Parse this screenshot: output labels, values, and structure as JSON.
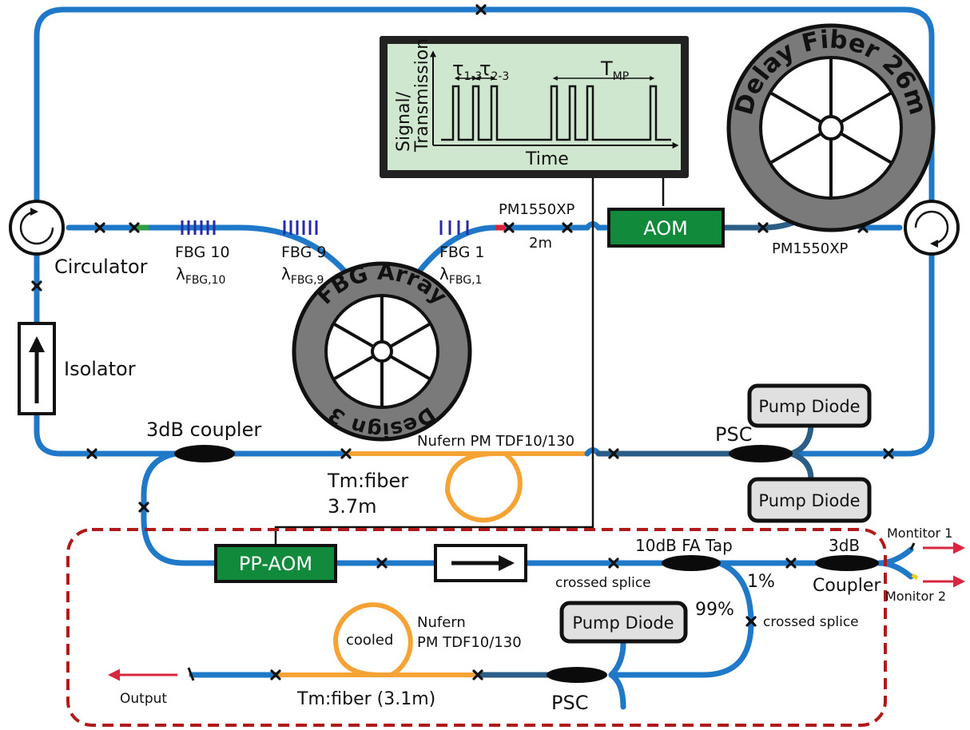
{
  "screen": {
    "signal_axis_label_1": "Signal/",
    "signal_axis_label_2": "Transmission",
    "time_label": "Time",
    "tau13": "τ",
    "tau13_sub": "1-3",
    "tau23": "τ",
    "tau23_sub": "2-3",
    "tmp": "T",
    "tmp_sub": "MP"
  },
  "delay_fiber": {
    "label": "Delay Fiber 26m"
  },
  "fbg_array": {
    "label_top": "FBG Array",
    "label_bottom": "Design 3"
  },
  "fbg": [
    {
      "name": "FBG 10",
      "lambda": "λ",
      "lambda_sub": "FBG,10"
    },
    {
      "name": "FBG 9",
      "lambda": "λ",
      "lambda_sub": "FBG,9"
    },
    {
      "name": "FBG 1",
      "lambda": "λ",
      "lambda_sub": "FBG,1"
    }
  ],
  "labels": {
    "pm1550_top": "PM1550XP",
    "two_m": "2m",
    "pm1550_right": "PM1550XP",
    "circulator": "Circulator",
    "isolator": "Isolator",
    "coupler_3db": "3dB coupler",
    "nufern_top": "Nufern PM TDF10/130",
    "tm_fiber": "Tm:fiber",
    "tm_len": "3.7m",
    "psc_top": "PSC",
    "tap": "10dB FA Tap",
    "crossed_splice_1": "crossed splice",
    "one_percent": "1%",
    "ninety_nine": "99%",
    "crossed_splice_2": "crossed splice",
    "coupler_3db_b1": "3dB",
    "coupler_3db_b2": "Coupler",
    "monitor1": "Montitor 1",
    "monitor2": "Monitor 2",
    "cooled": "cooled",
    "nufern_b1": "Nufern",
    "nufern_b2": "PM TDF10/130",
    "tm_fiber_bottom": "Tm:fiber (3.1m)",
    "output": "Output",
    "psc_bottom": "PSC"
  },
  "boxes": {
    "aom": "AOM",
    "pp_aom": "PP-AOM",
    "pump1": "Pump Diode",
    "pump2": "Pump Diode",
    "pump3": "Pump Diode"
  },
  "colors": {
    "fiber": "#1f78c8",
    "tm_fiber": "#f5a334",
    "aom": "#128a3c",
    "pump": "#e0e0e0",
    "screen": "#cfe6cf",
    "wheel": "#7a7a7a",
    "dashed_box": "#b01a1a",
    "arrow": "#d7263d"
  }
}
